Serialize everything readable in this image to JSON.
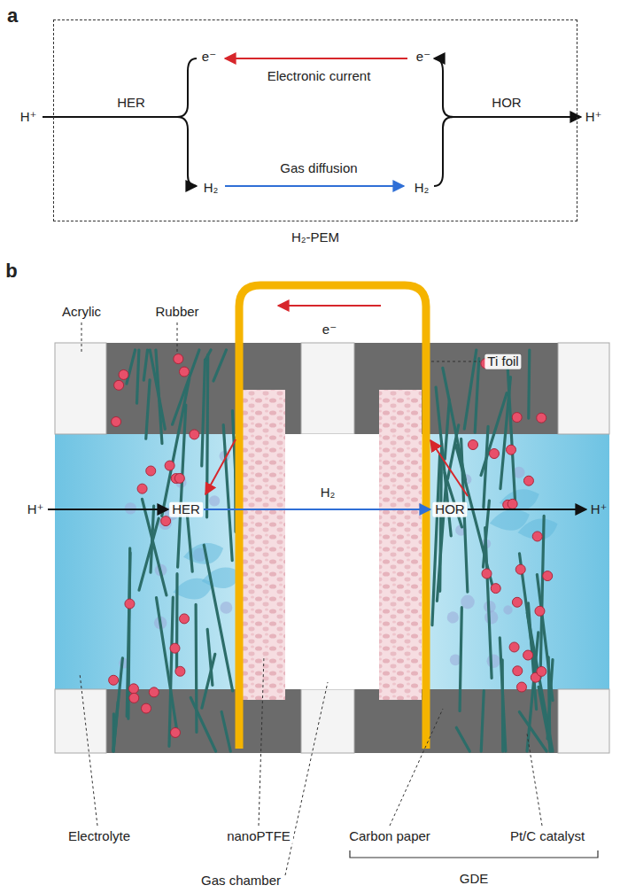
{
  "diagram": {
    "nodes": [
      {
        "text": [
          "H₂-PEM"
        ]
      }
    ],
    "labels": [
      "a",
      "H⁺",
      "HER",
      "e⁻",
      "Electronic current",
      "e⁻",
      "H₂",
      "Gas diffusion",
      "H₂",
      "HOR",
      "H⁺",
      "b",
      "Acrylic",
      "Rubber",
      "e⁻",
      "Ti foil",
      "H⁺",
      "HER",
      "H₂",
      "HOR",
      "H⁺",
      "Electrolyte",
      "nanoPTFE",
      "Gas chamber",
      "Carbon paper",
      "Pt/C catalyst",
      "GDE"
    ]
  }
}
